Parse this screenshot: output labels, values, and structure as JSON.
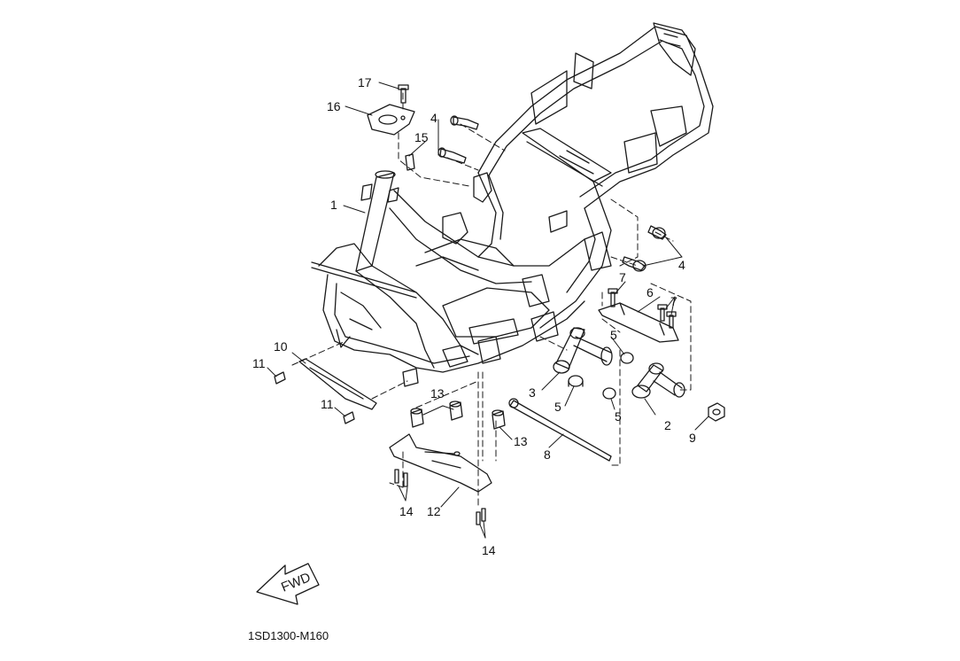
{
  "callouts": [
    "1",
    "2",
    "3",
    "4",
    "4",
    "5",
    "5",
    "5",
    "6",
    "7",
    "7",
    "8",
    "9",
    "10",
    "11",
    "11",
    "12",
    "13",
    "13",
    "14",
    "14",
    "15",
    "16",
    "17"
  ],
  "fwd_label": "FWD",
  "diagram_code": "1SD1300-M160",
  "colors": {
    "line": "#1a1a1a",
    "background": "#ffffff"
  }
}
